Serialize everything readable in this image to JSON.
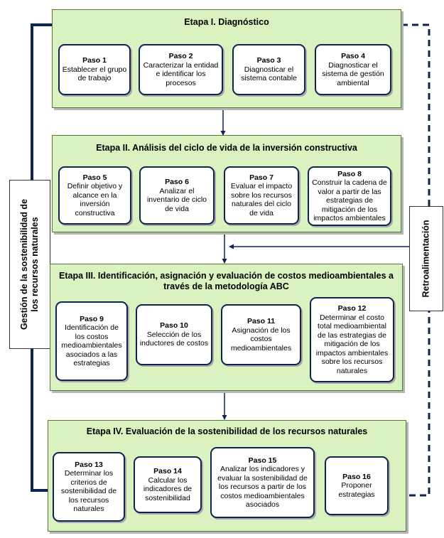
{
  "side_labels": {
    "left_line1": "Gestión de la sostenibilidad de",
    "left_line2": "los recursos naturales",
    "right": "Retroalimentación"
  },
  "stages": [
    {
      "title": "Etapa I. Diagnóstico",
      "steps": [
        {
          "title": "Paso 1",
          "text": "Establecer el grupo de trabajo"
        },
        {
          "title": "Paso 2",
          "text": "Caracterizar la entidad e identificar los procesos"
        },
        {
          "title": "Paso 3",
          "text": "Diagnosticar el sistema contable"
        },
        {
          "title": "Paso 4",
          "text": "Diagnosticar el sistema de gestión ambiental"
        }
      ]
    },
    {
      "title": "Etapa II. Análisis del ciclo de vida de la inversión constructiva",
      "steps": [
        {
          "title": "Paso 5",
          "text": "Definir objetivo y alcance en la inversión constructiva"
        },
        {
          "title": "Paso 6",
          "text": "Analizar el inventario de ciclo de vida"
        },
        {
          "title": "Paso 7",
          "text": "Evaluar el impacto sobre los recursos naturales del ciclo de vida"
        },
        {
          "title": "Paso 8",
          "text": "Construir la cadena de valor a partir de las estrategias de mitigación de los impactos ambientales"
        }
      ]
    },
    {
      "title_line1": "Etapa III. Identificación, asignación y evaluación de costos medioambientales a",
      "title_line2": "través de la metodología ABC",
      "steps": [
        {
          "title": "Paso 9",
          "text": "Identificación de los costos medioambientales asociados a las estrategias"
        },
        {
          "title": "Paso 10",
          "text": "Selección de los inductores de costos"
        },
        {
          "title": "Paso 11",
          "text": "Asignación de los costos medioambientales"
        },
        {
          "title": "Paso 12",
          "text": "Determinar el costo total medioambiental de las estrategias de mitigación de los impactos ambientales sobre los recursos naturales"
        }
      ]
    },
    {
      "title": "Etapa IV. Evaluación de la sostenibilidad de los recursos naturales",
      "steps": [
        {
          "title": "Paso 13",
          "text": "Determinar los criterios de sostenibilidad de los recursos naturales"
        },
        {
          "title": "Paso 14",
          "text": "Calcular los indicadores de sostenibilidad"
        },
        {
          "title": "Paso 15",
          "text": "Analizar los indicadores y evaluar la sostenibilidad de los recursos a partir de los costos medioambientales asociados"
        },
        {
          "title": "Paso 16",
          "text": "Proponer estrategias"
        }
      ]
    }
  ],
  "colors": {
    "stage_fill": "#d9f2bf",
    "step_border": "#0f2350",
    "connector": "#0f2350"
  }
}
